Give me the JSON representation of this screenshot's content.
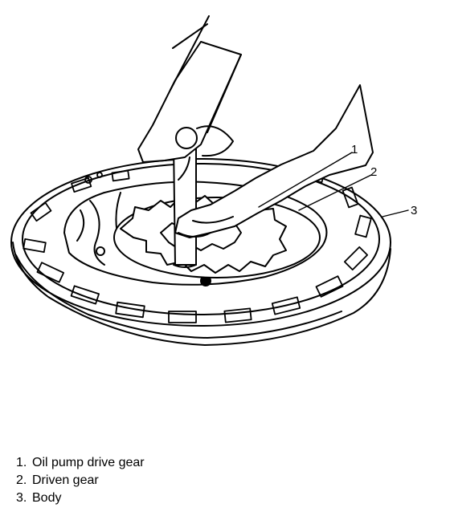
{
  "figure": {
    "callouts": [
      {
        "number": "1",
        "target": "oil pump drive gear"
      },
      {
        "number": "2",
        "target": "driven gear"
      },
      {
        "number": "3",
        "target": "body"
      }
    ]
  },
  "legend": {
    "items": [
      {
        "number": "1.",
        "label": "Oil pump drive gear"
      },
      {
        "number": "2.",
        "label": "Driven gear"
      },
      {
        "number": "3.",
        "label": "Body"
      }
    ]
  }
}
